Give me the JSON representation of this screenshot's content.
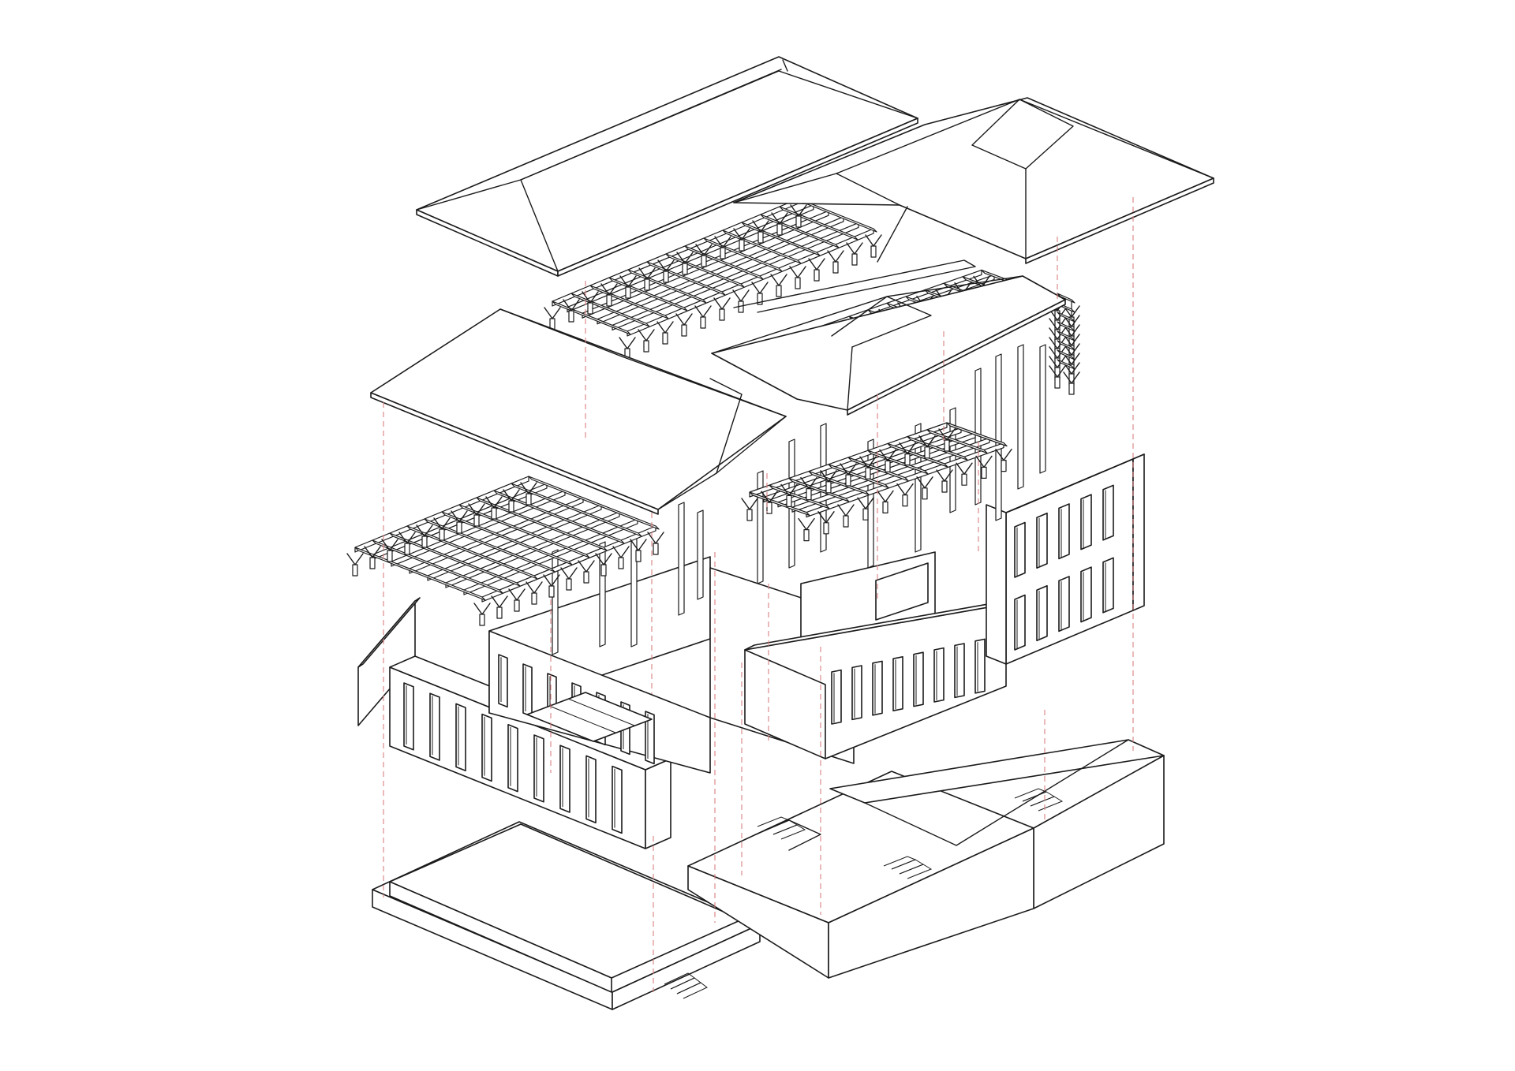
{
  "diagram": {
    "type": "exploded-axonometric",
    "labels": [],
    "colors": {
      "line": "#1a1a1a",
      "background": "#ffffff",
      "guide": "#d98080"
    },
    "layers": [
      "roof-shells",
      "roof-timber-frames",
      "walls-and-columns",
      "plinth-and-terrace"
    ]
  }
}
